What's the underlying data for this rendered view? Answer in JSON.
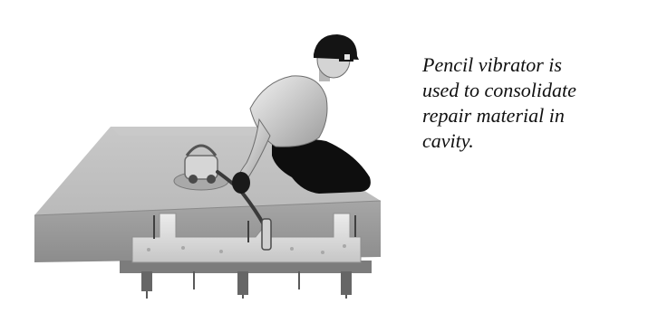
{
  "caption": {
    "lines": [
      "Pencil vibrator is",
      "used to consolidate",
      "repair material in",
      "cavity."
    ]
  },
  "illustration": {
    "subject": "worker-using-pencil-vibrator-on-slab-repair"
  },
  "colors": {
    "background": "#ffffff",
    "slab_top": "#bdbdbd",
    "slab_side": "#9a9a9a",
    "repair_material": "#dcdcdc",
    "worker_pants": "#0d0d0d",
    "helmet": "#141414",
    "caption_text": "#111111"
  }
}
